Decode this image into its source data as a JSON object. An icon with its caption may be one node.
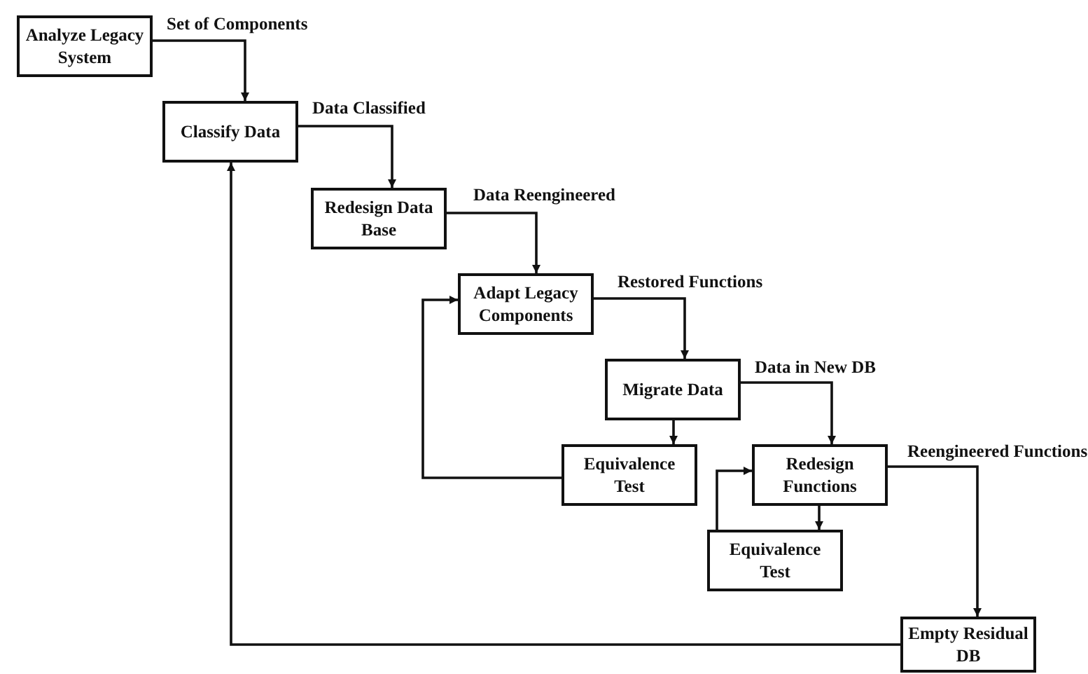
{
  "diagram": {
    "nodes": [
      {
        "text": [
          "Analyze Legacy System"
        ]
      },
      {
        "text": [
          "Classify Data"
        ]
      },
      {
        "text": [
          "Redesign Data Base"
        ]
      },
      {
        "text": [
          "Adapt Legacy Components"
        ]
      },
      {
        "text": [
          "Migrate Data"
        ]
      },
      {
        "text": [
          "Equivalence Test"
        ]
      },
      {
        "text": [
          "Redesign Functions"
        ]
      },
      {
        "text": [
          "Equivalence Test"
        ]
      },
      {
        "text": [
          "Empty Residual DB"
        ]
      }
    ],
    "edges": [
      {
        "from": 0,
        "to": 1,
        "arrow": "to",
        "label": "Set of Components"
      },
      {
        "from": 1,
        "to": 2,
        "arrow": "to",
        "label": "Data Classified"
      },
      {
        "from": 2,
        "to": 3,
        "arrow": "to",
        "label": "Data Reengineered"
      },
      {
        "from": 3,
        "to": 4,
        "arrow": "to",
        "label": "Restored Functions"
      },
      {
        "from": 4,
        "to": 5,
        "arrow": "to"
      },
      {
        "from": 5,
        "to": 3,
        "arrow": "to"
      },
      {
        "from": 4,
        "to": 6,
        "arrow": "to",
        "label": "Data in New DB"
      },
      {
        "from": 6,
        "to": 7,
        "arrow": "to"
      },
      {
        "from": 7,
        "to": 6,
        "arrow": "to"
      },
      {
        "from": 6,
        "to": 8,
        "arrow": "to",
        "label": "Reengineered Functions"
      },
      {
        "from": 8,
        "to": 1,
        "arrow": "to"
      }
    ]
  }
}
